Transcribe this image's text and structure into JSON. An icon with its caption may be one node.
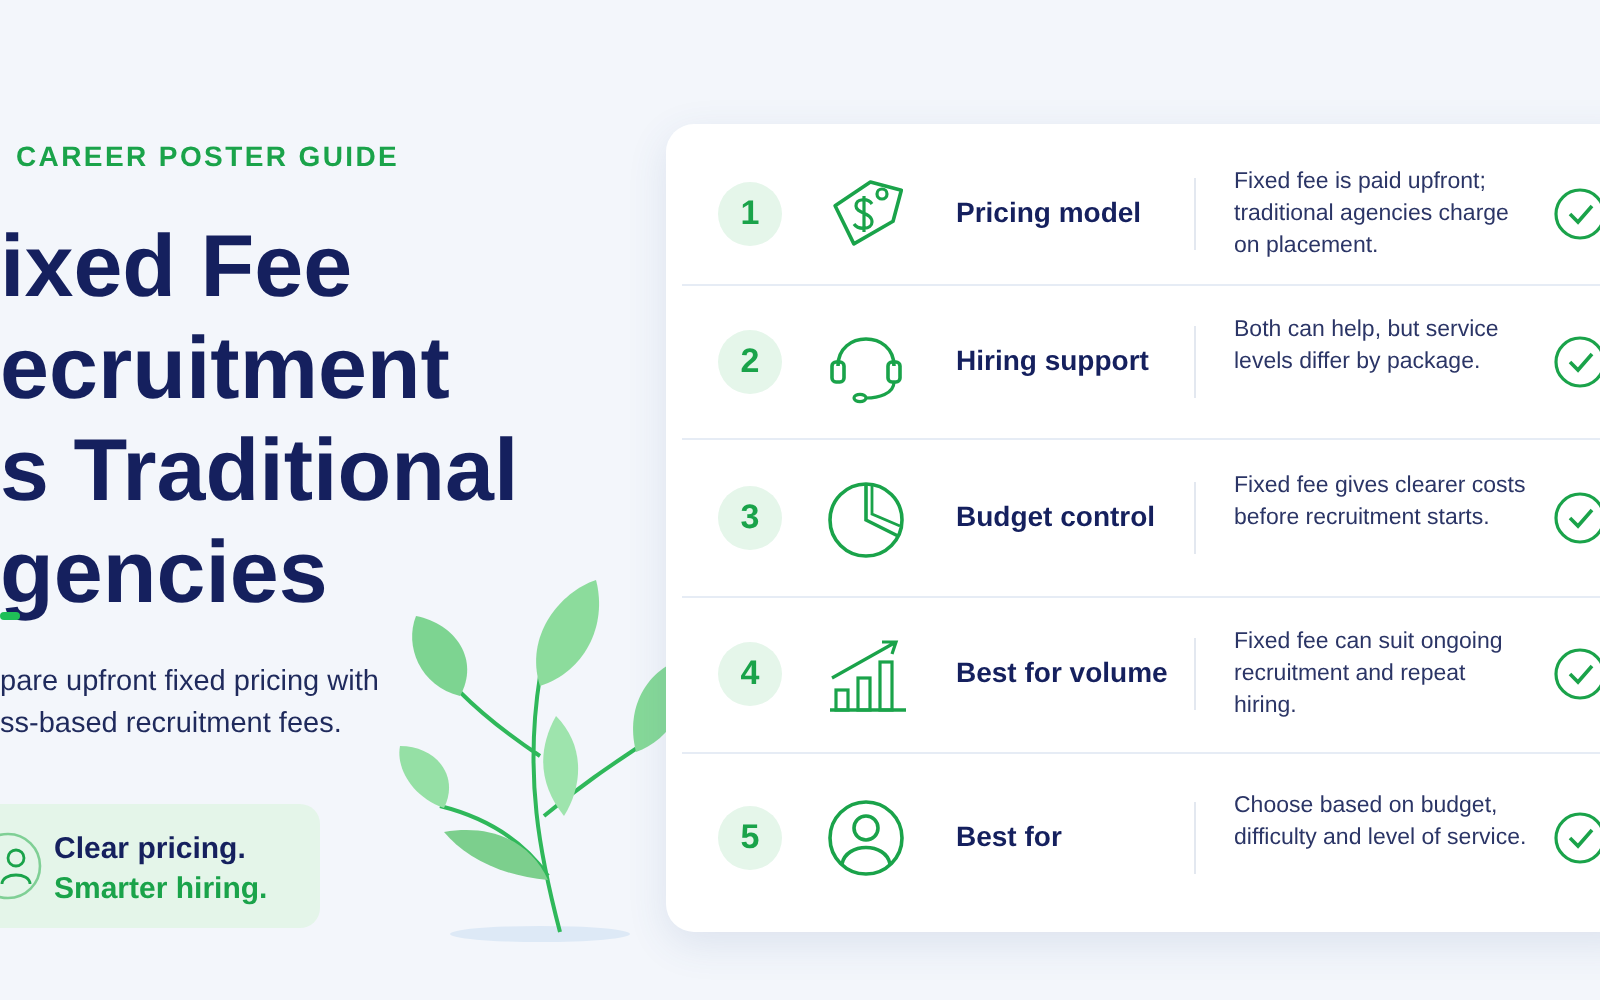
{
  "diagram": {
    "title": "ixed Fee ecruitment s Traditional gencies",
    "nodes": [
      {
        "text": [
          "Clear pricing.",
          "Smarter hiring."
        ]
      },
      {
        "text": [
          "1"
        ]
      },
      {
        "text": [
          "2"
        ]
      },
      {
        "text": [
          "3"
        ]
      },
      {
        "text": [
          "4"
        ]
      },
      {
        "text": [
          "5"
        ]
      }
    ],
    "labels": [
      "CAREER POSTER GUIDE",
      "pare upfront fixed pricing with ss-based recruitment fees.",
      "Pricing model",
      "Fixed fee is paid upfront; traditional agencies charge on placement.",
      "Hiring support",
      "Both can help, but service levels differ by package.",
      "Budget control",
      "Fixed fee gives clearer costs before recruitment starts.",
      "Best for volume",
      "Fixed fee can suit ongoing recruitment and repeat hiring.",
      "Best for",
      "Choose based on budget, difficulty and level of service."
    ]
  }
}
